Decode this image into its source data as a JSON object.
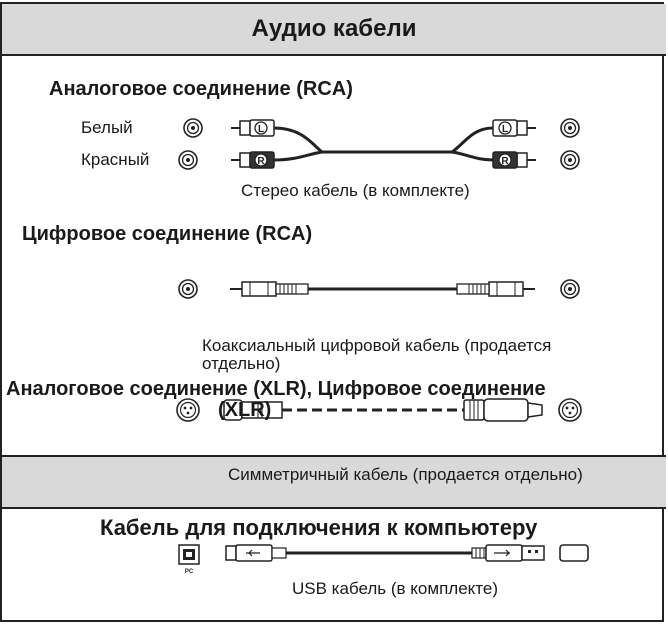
{
  "header": {
    "title": "Аудио кабели"
  },
  "analog_rca": {
    "heading": "Аналоговое соединение (RCA)",
    "white_label": "Белый",
    "red_label": "Красный",
    "plug_left_letter": "L",
    "plug_right_letter": "R",
    "cable_caption": "Стерео кабель (в комплекте)"
  },
  "digital_rca": {
    "heading": "Цифровое соединение (RCA)",
    "cable_caption_line1": "Коаксиальный цифровой кабель (продается",
    "cable_caption_line2": "отдельно)"
  },
  "xlr": {
    "heading_line1": "Аналоговое соединение (XLR), Цифровое соединение",
    "heading_line2": "(XLR)",
    "cable_caption": "Симметричный кабель (продается отдельно)"
  },
  "usb": {
    "heading": "Кабель для подключения к компьютеру",
    "port_label": "PC",
    "cable_caption": "USB кабель (в комплекте)"
  },
  "colors": {
    "band": "#d9d9d9",
    "line": "#222222"
  },
  "icons": [
    "rca-jack-icon",
    "rca-plug-icon",
    "xlr-jack-icon",
    "xlr-plug-icon",
    "usb-b-port-icon",
    "usb-a-port-icon",
    "usb-plug-icon"
  ]
}
